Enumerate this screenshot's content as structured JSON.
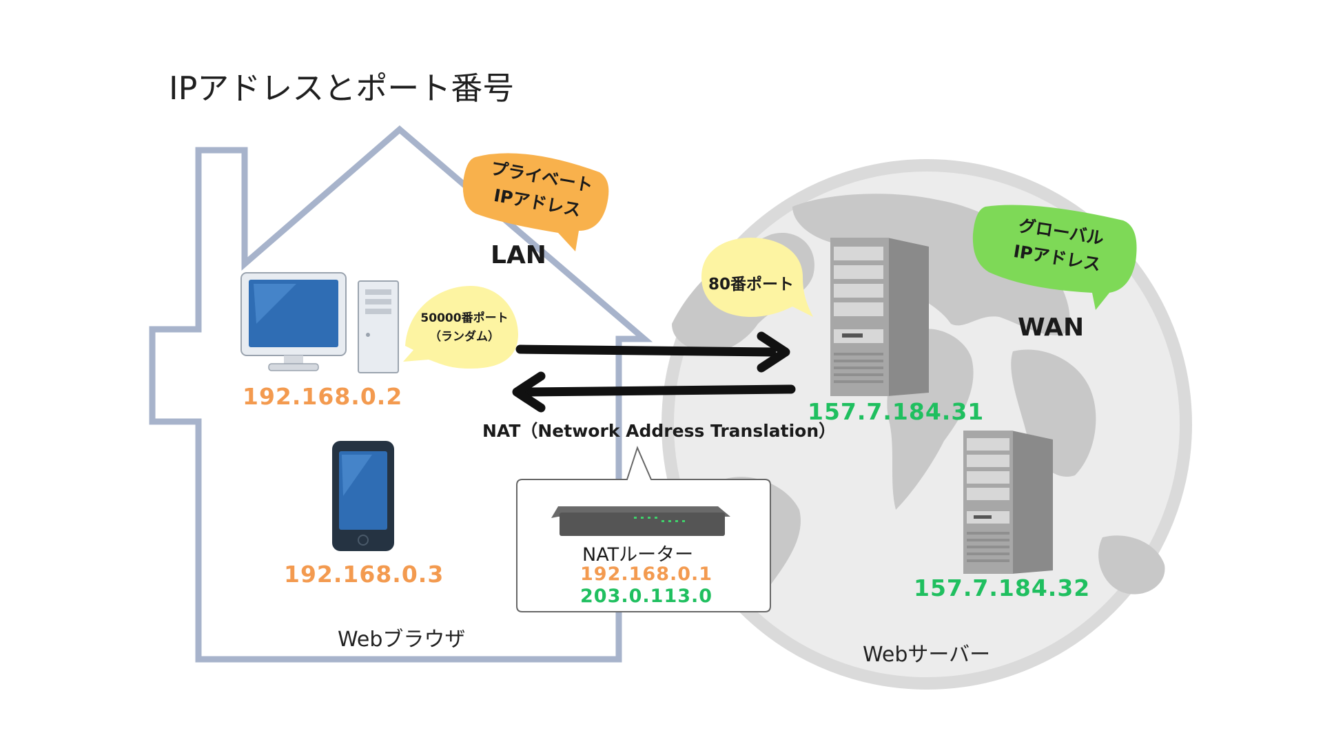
{
  "title": "IPアドレスとポート番号",
  "lan": {
    "label": "LAN",
    "tag_line1": "プライベート",
    "tag_line2": "IPアドレス",
    "pc_ip": "192.168.0.2",
    "phone_ip": "192.168.0.3",
    "client_port_line1": "50000番ポート",
    "client_port_line2": "（ランダム）",
    "caption": "Webブラウザ"
  },
  "wan": {
    "label": "WAN",
    "tag_line1": "グローバル",
    "tag_line2": "IPアドレス",
    "server1_ip": "157.7.184.31",
    "server2_ip": "157.7.184.32",
    "server_port": "80番ポート",
    "caption": "Webサーバー"
  },
  "nat": {
    "label": "NAT（Network Address Translation）",
    "router_name": "NATルーター",
    "router_private_ip": "192.168.0.1",
    "router_global_ip": "203.0.113.0"
  },
  "colors": {
    "private_ip": "#f39a4f",
    "global_ip": "#1fbf5f",
    "house_outline": "#a7b3cb",
    "globe": "#dadada",
    "private_tag": "#f8b14c",
    "global_tag": "#7ed957",
    "port_bubble": "#fdf4a2"
  },
  "icons": [
    "house-outline",
    "globe",
    "desktop-pc-icon",
    "smartphone-icon",
    "server-tower-icon",
    "router-icon",
    "arrow-right",
    "arrow-left"
  ]
}
